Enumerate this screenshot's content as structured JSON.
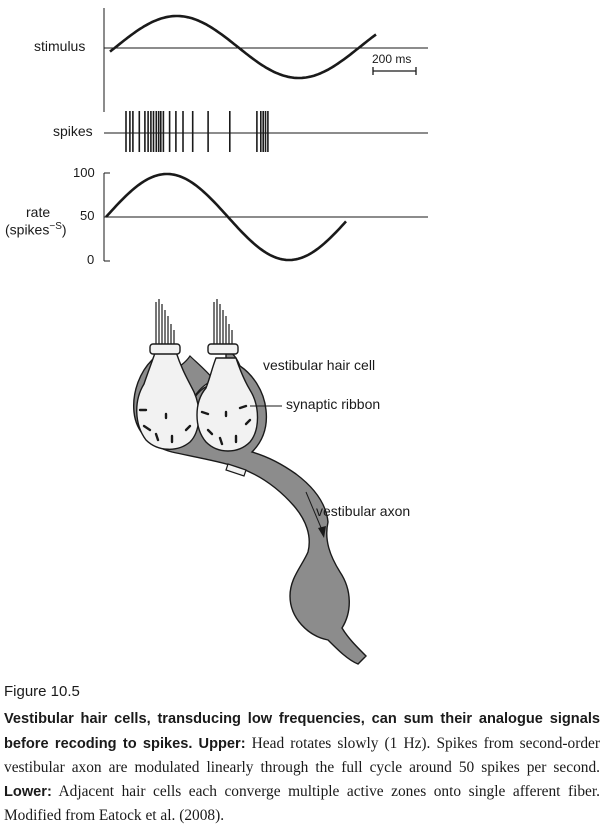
{
  "plot": {
    "stimulus_label": "stimulus",
    "spikes_label": "spikes",
    "rate_label_line1": "rate",
    "rate_label_line2": "(spikes",
    "rate_label_sup": "−S",
    "rate_label_close": ")",
    "rate_ticks": [
      "100",
      "50",
      "0"
    ],
    "scale_bar_label": "200 ms",
    "stroke_color": "#1a1a1a"
  },
  "chart_data": [
    {
      "type": "line",
      "title": "",
      "series": [
        {
          "name": "stimulus",
          "shape": "sine",
          "frequency_hz": 1,
          "note": ""
        }
      ]
    },
    {
      "type": "scatter",
      "series": [
        {
          "name": "spikes",
          "times_ms": [
            0,
            18,
            32,
            62,
            88,
            103,
            116,
            128,
            141,
            152,
            162,
            174,
            203,
            232,
            265,
            310,
            382,
            483,
            609,
            627,
            638,
            649,
            660
          ]
        }
      ]
    },
    {
      "type": "line",
      "ylabel": "rate (spikes−S)",
      "yticks": [
        100,
        50,
        0
      ],
      "ylim": [
        0,
        100
      ],
      "series": [
        {
          "name": "rate",
          "baseline": 50,
          "amplitude": 50
        }
      ]
    }
  ],
  "diagram": {
    "hair_cell_label": "vestibular hair cell",
    "ribbon_label": "synaptic ribbon",
    "axon_label": "vestibular axon",
    "fill_color": "#8c8c8c",
    "cell_fill": "#f2f2f2"
  },
  "caption": {
    "figure_label": "Figure 10.5",
    "bold_intro": "Vestibular hair cells, transducing low frequencies, can sum their analogue signals before recoding to spikes.",
    "upper_label": "Upper:",
    "upper_text": "Head rotates slowly (1 Hz). Spikes from second-order vestibular axon are modulated linearly through the full cycle around 50 spikes per second.",
    "lower_label": "Lower:",
    "lower_text": "Adjacent hair cells each converge multiple active zones onto single afferent fiber. Modified from Eatock et al. (2008)."
  }
}
